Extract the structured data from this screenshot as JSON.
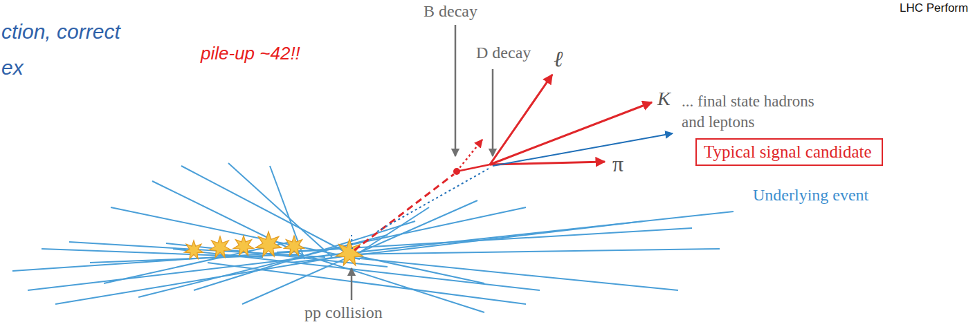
{
  "diagram": {
    "nodes": [
      {
        "text": [
          "Typical signal candidate"
        ]
      }
    ],
    "labels": [
      "LHC Perform",
      "ction, correct",
      "ex",
      "B decay",
      "D decay",
      "ℓ",
      "K",
      "... final state hadrons and leptons",
      "π",
      "pile-up ~42!!",
      "Underlying event",
      "pp collision"
    ]
  }
}
